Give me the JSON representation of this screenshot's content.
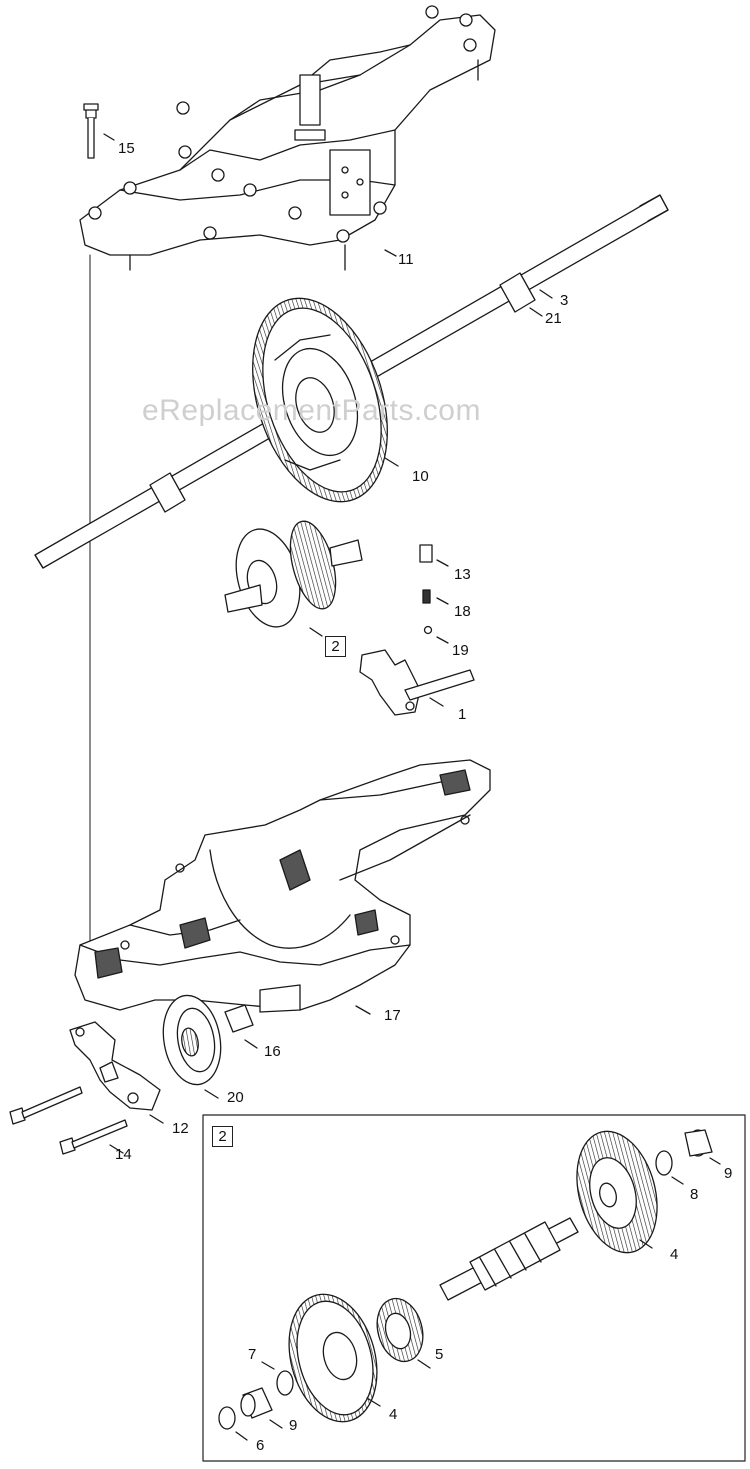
{
  "watermark": "eReplacementParts.com",
  "callouts": {
    "c15": "15",
    "c11": "11",
    "c3": "3",
    "c21": "21",
    "c10": "10",
    "c13": "13",
    "c18": "18",
    "c19": "19",
    "c1": "1",
    "c2": "2",
    "c17": "17",
    "c16": "16",
    "c20": "20",
    "c12": "12",
    "c14": "14",
    "inset_label": "2",
    "c9a": "9",
    "c8": "8",
    "c4a": "4",
    "c5": "5",
    "c7": "7",
    "c9b": "9",
    "c4b": "4",
    "c6": "6"
  }
}
